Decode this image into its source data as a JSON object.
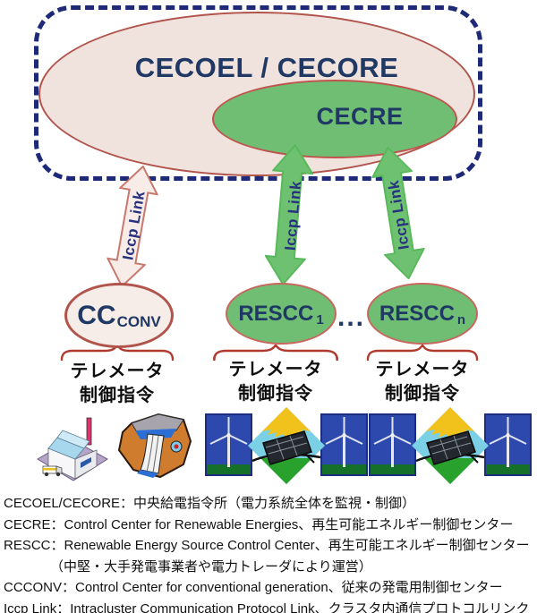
{
  "diagram": {
    "cecoel_label": "CECOEL / CECORE",
    "cecre_label": "CECRE",
    "links": [
      {
        "label": "Iccp Link"
      },
      {
        "label": "Iccp Link"
      },
      {
        "label": "Iccp Link"
      }
    ],
    "nodes": [
      {
        "name": "CC",
        "sub": "CONV"
      },
      {
        "name": "RESCC",
        "sub": "1"
      },
      {
        "name": "RESCC",
        "sub": "n"
      }
    ],
    "ellipsis": "...",
    "captions": [
      {
        "line1": "テレメータ",
        "line2": "制御指令"
      },
      {
        "line1": "テレメータ",
        "line2": "制御指令"
      },
      {
        "line1": "テレメータ",
        "line2": "制御指令"
      }
    ],
    "site_icons": {
      "conventional": [
        "factory",
        "hydro-dam"
      ],
      "renewable_1": [
        "wind-turbine",
        "solar-panel",
        "wind-turbine"
      ],
      "renewable_n": [
        "wind-turbine",
        "solar-panel",
        "wind-turbine"
      ]
    }
  },
  "legend": {
    "lines": [
      "CECOEL/CECORE：中央給電指令所（電力系統全体を監視・制御）",
      "CECRE：Control Center for Renewable Energies、再生可能エネルギー制御センター",
      "RESCC：Renewable Energy Source Control Center、再生可能エネルギー制御センター",
      "（中堅・大手発電事業者や電力トレーダにより運営）",
      "CCCONV：Control Center for conventional generation、従来の発電用制御センター",
      "Iccp Link：Intracluster Communication Protocol Link、クラスタ内通信プロトコルリンク"
    ]
  },
  "colors": {
    "dashed_border": "#1e2a78",
    "pink_fill": "#f0e2dd",
    "pink_border": "#b0544c",
    "green_fill": "#6fbe74",
    "green_node_border": "#c8685f",
    "navy_text": "#1f3864",
    "link_text": "#27317f",
    "brace": "#b03a2e",
    "arrow_green": "#6fc172",
    "arrow_green_border": "#58b95b",
    "arrow_pink": "#f7ece8",
    "arrow_pink_border": "#c9786d"
  }
}
